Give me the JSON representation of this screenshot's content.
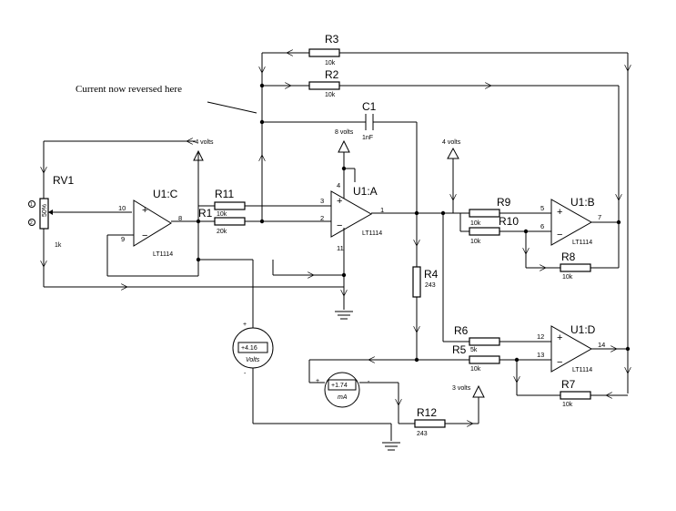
{
  "annotation": "Current now reversed here",
  "opamps": [
    {
      "name": "U1:C",
      "part": "LT1114"
    },
    {
      "name": "U1:A",
      "part": "LT1114"
    },
    {
      "name": "U1:B",
      "part": "LT1114"
    },
    {
      "name": "U1:D",
      "part": "LT1114"
    }
  ],
  "resistors": {
    "R1": {
      "label": "R1",
      "value": "20k"
    },
    "R2": {
      "label": "R2",
      "value": "10k"
    },
    "R3": {
      "label": "R3",
      "value": "10k"
    },
    "R4": {
      "label": "R4",
      "value": "243"
    },
    "R5": {
      "label": "R5",
      "value": "10k"
    },
    "R6": {
      "label": "R6",
      "value": "5k"
    },
    "R7": {
      "label": "R7",
      "value": "10k"
    },
    "R8": {
      "label": "R8",
      "value": "10k"
    },
    "R9": {
      "label": "R9",
      "value": "10k"
    },
    "R10": {
      "label": "R10",
      "value": "10k"
    },
    "R11": {
      "label": "R11",
      "value": "10k"
    },
    "R12": {
      "label": "R12",
      "value": "243"
    }
  },
  "capacitor": {
    "label": "C1",
    "value": "1nF"
  },
  "pot": {
    "label": "RV1",
    "value": "1k",
    "body_text": "50%"
  },
  "voltmeter": {
    "reading": "+4.16",
    "unit": "Volts",
    "plus": "+",
    "minus": "-"
  },
  "ammeter": {
    "reading": "+1.74",
    "unit": "mA",
    "plus": "+",
    "minus": "-"
  },
  "rails": {
    "v8": "8 volts",
    "v4": "4 volts",
    "v3": "3 volts",
    "vneg": "-4 volts"
  },
  "pins": {
    "c_plus": "10",
    "c_minus": "9",
    "c_out": "8",
    "a_plus": "3",
    "a_minus": "2",
    "a_out": "1",
    "a_vpos": "4",
    "a_vneg": "11",
    "b_plus": "5",
    "b_minus": "6",
    "b_out": "7",
    "d_plus": "12",
    "d_minus": "13",
    "d_out": "14"
  },
  "pot_pins": {
    "top": "1",
    "bottom": "2"
  }
}
